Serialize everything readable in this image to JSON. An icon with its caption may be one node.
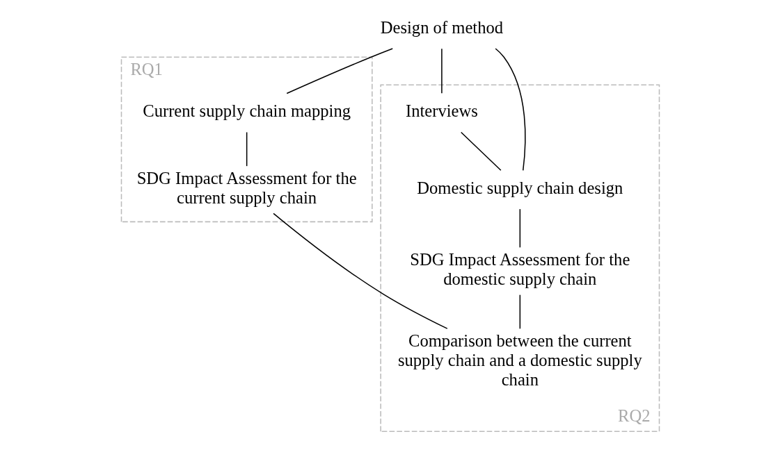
{
  "diagram": {
    "nodes": [
      {
        "text": [
          "Design of method"
        ]
      },
      {
        "text": [
          "RQ1"
        ]
      },
      {
        "text": [
          "RQ2"
        ]
      },
      {
        "text": [
          "Interviews"
        ],
        "in": 2
      },
      {
        "text": [
          "Current supply chain mapping"
        ],
        "in": 1
      },
      {
        "text": [
          "Domestic supply chain design"
        ],
        "in": 2
      },
      {
        "text": [
          "SDG Impact Assessment for the current supply chain"
        ],
        "in": 1
      },
      {
        "text": [
          "SDG Impact Assessment for the domestic supply chain"
        ],
        "in": 2
      },
      {
        "text": [
          "Comparison between the current supply chain and a domestic supply chain"
        ],
        "in": 2
      }
    ],
    "edges": [
      {
        "from": 0,
        "to": 4,
        "arrow": "none"
      },
      {
        "from": 0,
        "to": 5,
        "arrow": "none"
      },
      {
        "from": 0,
        "to": 3,
        "arrow": "none"
      },
      {
        "from": 3,
        "to": 5,
        "arrow": "none"
      },
      {
        "from": 4,
        "to": 6,
        "arrow": "none"
      },
      {
        "from": 5,
        "to": 7,
        "arrow": "none"
      },
      {
        "from": 6,
        "to": 8,
        "arrow": "none"
      },
      {
        "from": 7,
        "to": 8,
        "arrow": "none"
      }
    ]
  }
}
